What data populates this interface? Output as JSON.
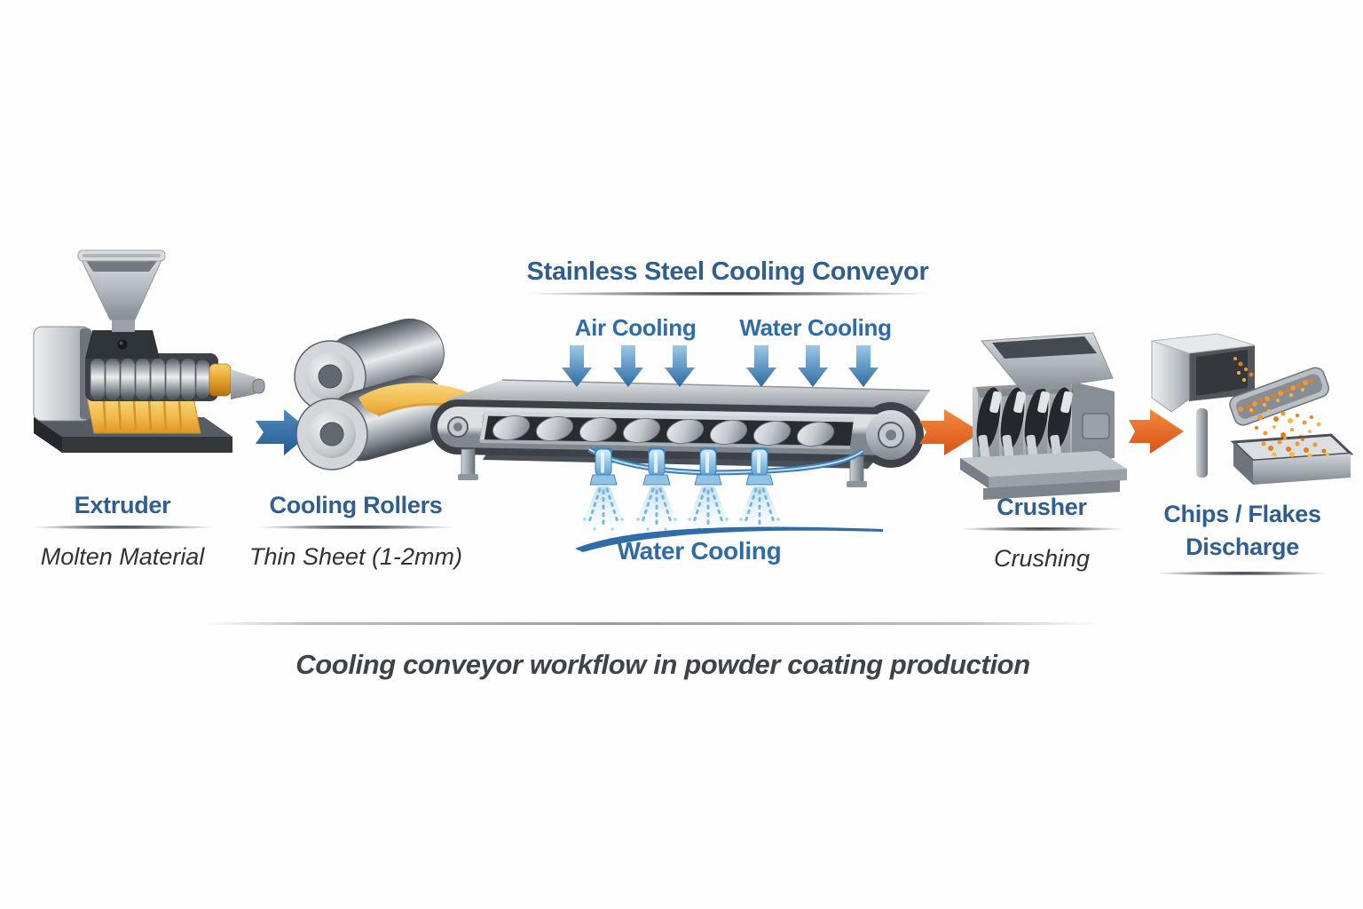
{
  "palette": {
    "heading-blue": "#305e8e",
    "accent-blue": "#2f6ba6",
    "subtitle-gray": "#2e333a",
    "caption-gray": "#3d434b",
    "arrow-blue": "#2f6da8",
    "arrow-orange": "#e8622a",
    "sheet-yellow": "#f0b94a",
    "spray-blue": "#7ec3e8",
    "machine-light": "#d9dde0",
    "machine-mid": "#aab1b8",
    "machine-dark": "#3f444a"
  },
  "conveyor": {
    "title": "Stainless Steel Cooling Conveyor",
    "air_cooling": "Air Cooling",
    "water_cooling_top": "Water Cooling",
    "water_cooling_bottom": "Water Cooling"
  },
  "stages": {
    "extruder": {
      "title": "Extruder",
      "subtitle": "Molten Material"
    },
    "rollers": {
      "title": "Cooling Rollers",
      "subtitle": "Thin Sheet (1-2mm)"
    },
    "crusher": {
      "title": "Crusher",
      "subtitle": "Crushing"
    },
    "discharge": {
      "title_line1": "Chips / Flakes",
      "title_line2": "Discharge"
    }
  },
  "caption": "Cooling conveyor workflow in powder coating production"
}
